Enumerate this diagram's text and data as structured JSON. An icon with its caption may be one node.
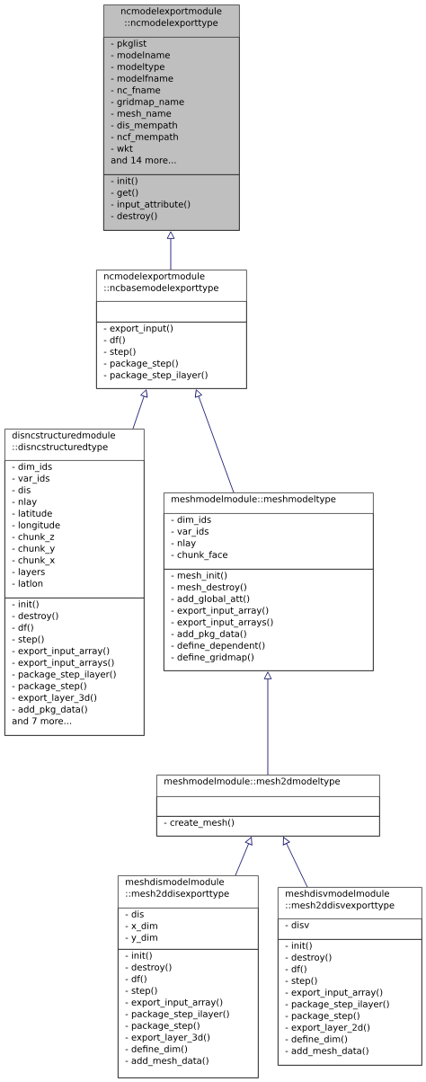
{
  "diagram": {
    "nodes": [
      {
        "text": [
          "ncmodelexportmodule ::ncmodelexporttype"
        ]
      },
      {
        "text": [
          "- pkglist",
          "- modelname",
          "- modeltype",
          "- modelfname",
          "- nc_fname",
          "- gridmap_name",
          "- mesh_name",
          "- dis_mempath",
          "- ncf_mempath",
          "- wkt",
          "and 14 more..."
        ],
        "in": 0
      },
      {
        "text": [
          "- init()",
          "- get()",
          "- input_attribute()",
          "- destroy()"
        ],
        "in": 0
      },
      {
        "text": [
          "ncmodelexportmodule ::ncbasemodelexporttype"
        ]
      },
      {
        "text": [],
        "shape": "box",
        "in": 3
      },
      {
        "text": [
          "- export_input()",
          "- df()",
          "- step()",
          "- package_step()",
          "- package_step_ilayer()"
        ],
        "in": 3
      },
      {
        "text": [
          "disncstructuredmodule ::disncstructuredtype"
        ]
      },
      {
        "text": [
          "- dim_ids",
          "- var_ids",
          "- dis",
          "- nlay",
          "- latitude",
          "- longitude",
          "- chunk_z",
          "- chunk_y",
          "- chunk_x",
          "- layers",
          "- latlon"
        ],
        "in": 6
      },
      {
        "text": [
          "- init()",
          "- destroy()",
          "- df()",
          "- step()",
          "- export_input_array()",
          "- export_input_arrays()",
          "- package_step_ilayer()",
          "- package_step()",
          "- export_layer_3d()",
          "- add_pkg_data()",
          "and 7 more..."
        ],
        "in": 6
      },
      {
        "text": [
          "meshmodelmodule::meshmodeltype"
        ]
      },
      {
        "text": [
          "- dim_ids",
          "- var_ids",
          "- nlay",
          "- chunk_face"
        ],
        "in": 9
      },
      {
        "text": [
          "- mesh_init()",
          "- mesh_destroy()",
          "- add_global_att()",
          "- export_input_array()",
          "- export_input_arrays()",
          "- add_pkg_data()",
          "- define_dependent()",
          "- define_gridmap()"
        ],
        "in": 9
      },
      {
        "text": [
          "meshmodelmodule::mesh2dmodeltype"
        ]
      },
      {
        "text": [],
        "shape": "box",
        "in": 12
      },
      {
        "text": [
          "- create_mesh()"
        ],
        "in": 12
      },
      {
        "text": [
          "meshdismodelmodule ::mesh2ddisexporttype"
        ]
      },
      {
        "text": [
          "- dis",
          "- x_dim",
          "- y_dim"
        ],
        "in": 15
      },
      {
        "text": [
          "- init()",
          "- destroy()",
          "- df()",
          "- step()",
          "- export_input_array()",
          "- package_step_ilayer()",
          "- package_step()",
          "- export_layer_3d()",
          "- define_dim()",
          "- add_mesh_data()"
        ],
        "in": 15
      },
      {
        "text": [
          "meshdisvmodelmodule ::mesh2ddisvexporttype"
        ]
      },
      {
        "text": [
          "- disv"
        ],
        "in": 18
      },
      {
        "text": [
          "- init()",
          "- destroy()",
          "- df()",
          "- step()",
          "- export_input_array()",
          "- package_step_ilayer()",
          "- package_step()",
          "- export_layer_2d()",
          "- define_dim()",
          "- add_mesh_data()"
        ],
        "in": 18
      }
    ],
    "edges": [
      {
        "from": 3,
        "to": 0,
        "arrow": "to"
      },
      {
        "from": 6,
        "to": 3,
        "arrow": "to"
      },
      {
        "from": 9,
        "to": 3,
        "arrow": "to"
      },
      {
        "from": 12,
        "to": 9,
        "arrow": "to"
      },
      {
        "from": 15,
        "to": 12,
        "arrow": "to"
      },
      {
        "from": 18,
        "to": 12,
        "arrow": "to"
      }
    ]
  }
}
